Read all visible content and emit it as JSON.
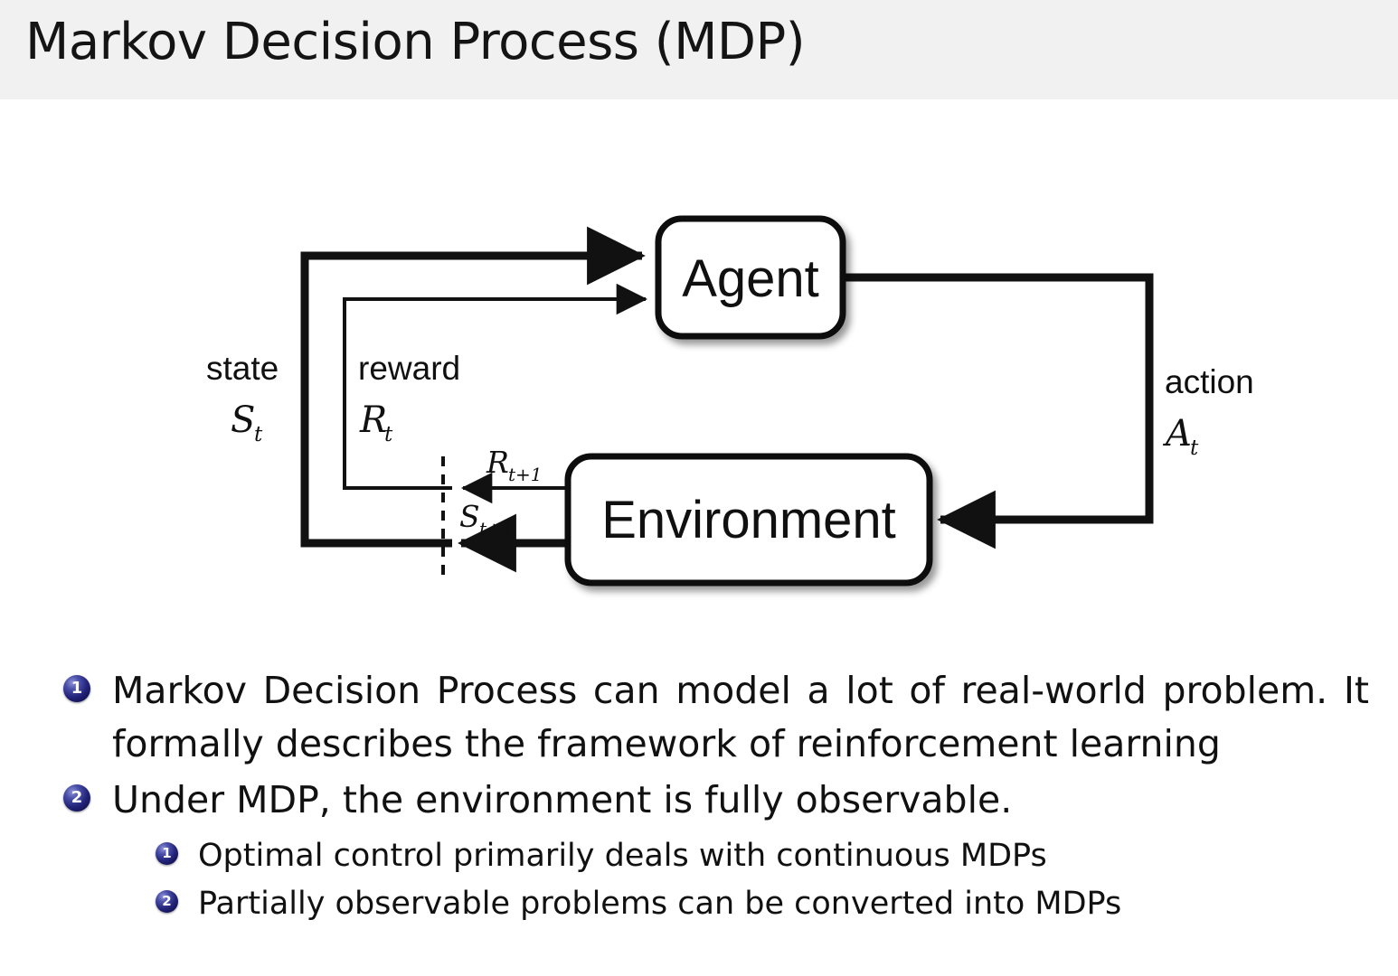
{
  "slide": {
    "title": "Markov Decision Process (MDP)"
  },
  "diagram": {
    "name": "agent-environment-interaction-loop",
    "nodes": {
      "agent": "Agent",
      "environment": "Environment"
    },
    "edge_labels": {
      "state_word": "state",
      "state_symbol": "S",
      "state_subscript": "t",
      "reward_word": "reward",
      "reward_symbol": "R",
      "reward_subscript": "t",
      "action_word": "action",
      "action_symbol": "A",
      "action_subscript": "t",
      "reward_next_symbol": "R",
      "reward_next_subscript": "t+1",
      "state_next_symbol": "S",
      "state_next_subscript": "t+1"
    },
    "colors": {
      "stroke": "#111111",
      "fill": "#ffffff"
    }
  },
  "bullets": {
    "level1": [
      {
        "number": "1",
        "text": "Markov Decision Process can model a lot of real-world problem. It formally describes the framework of reinforcement learning"
      },
      {
        "number": "2",
        "text": "Under MDP, the environment is fully observable."
      }
    ],
    "level2": [
      {
        "number": "1",
        "text": "Optimal control primarily deals with continuous MDPs"
      },
      {
        "number": "2",
        "text": "Partially observable problems can be converted into MDPs"
      }
    ]
  },
  "theme": {
    "title_bar_background": "#f1f1f1",
    "badge_color": "#23237a",
    "text_color": "#111111"
  }
}
